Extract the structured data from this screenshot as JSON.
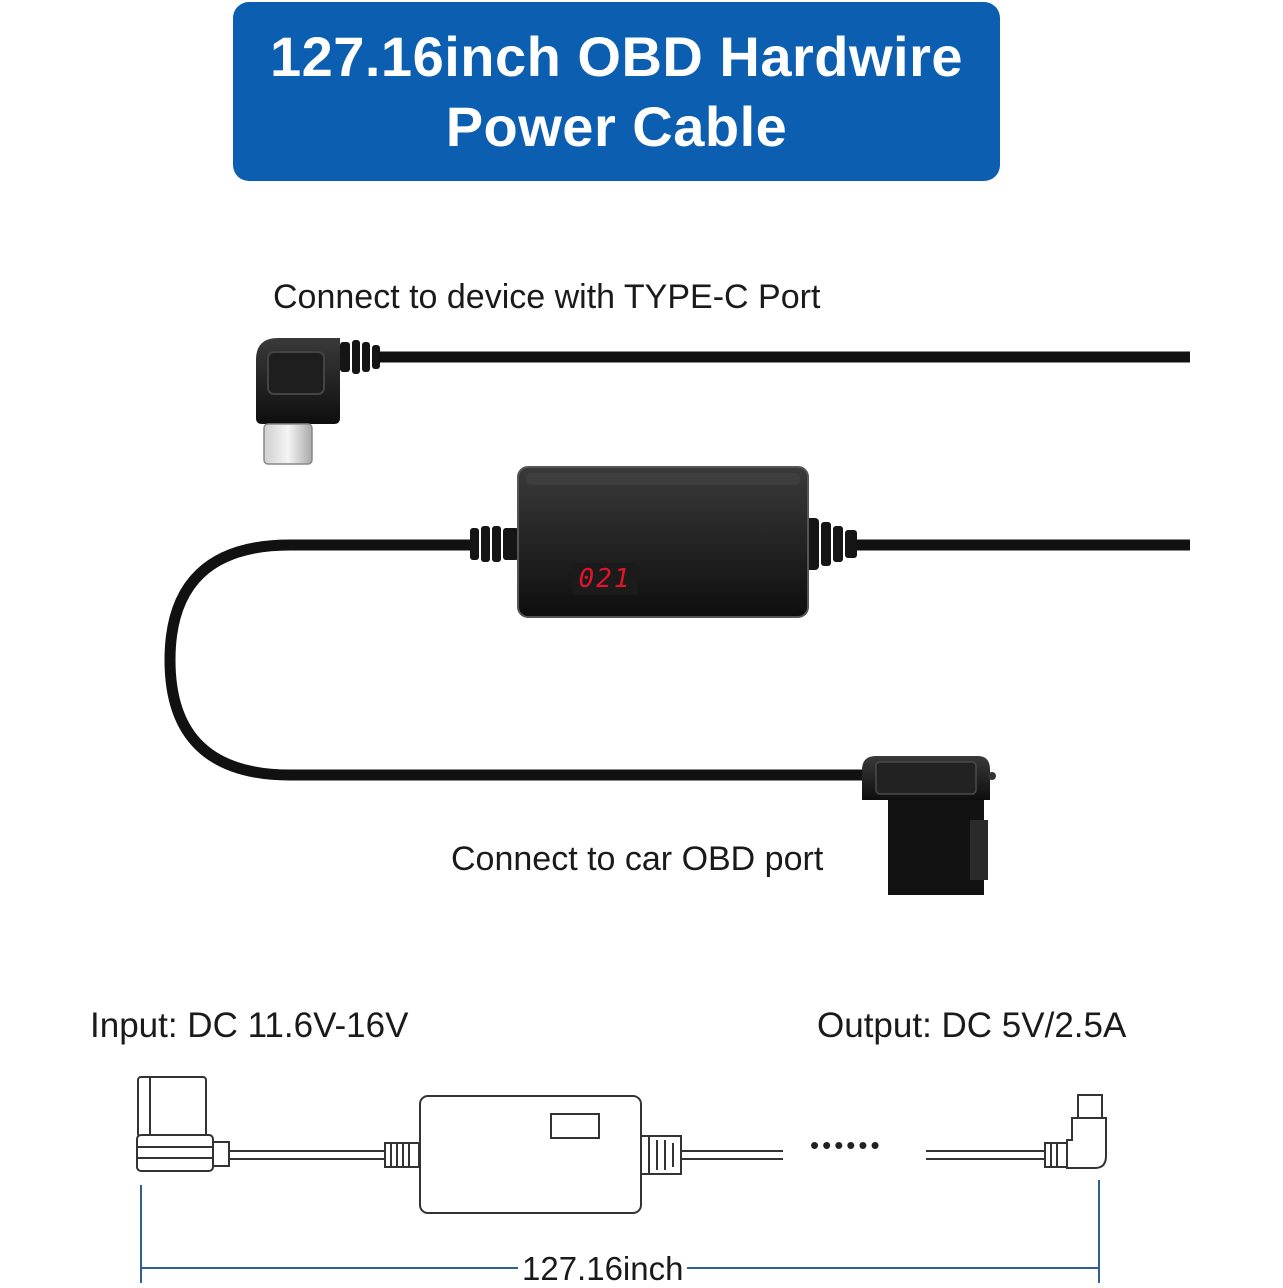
{
  "title": {
    "line1": "127.16inch OBD Hardwire",
    "line2": "Power Cable"
  },
  "labels": {
    "typec": "Connect to device with TYPE-C Port",
    "obd": "Connect to car OBD port",
    "input": "Input: DC 11.6V-16V",
    "output": "Output: DC 5V/2.5A",
    "length": "127.16inch"
  },
  "module_display": "021",
  "dots": "••••••",
  "colors": {
    "banner": "#0c5fb0",
    "display_text": "#e0142a",
    "dimension_line": "#2f5f93"
  }
}
